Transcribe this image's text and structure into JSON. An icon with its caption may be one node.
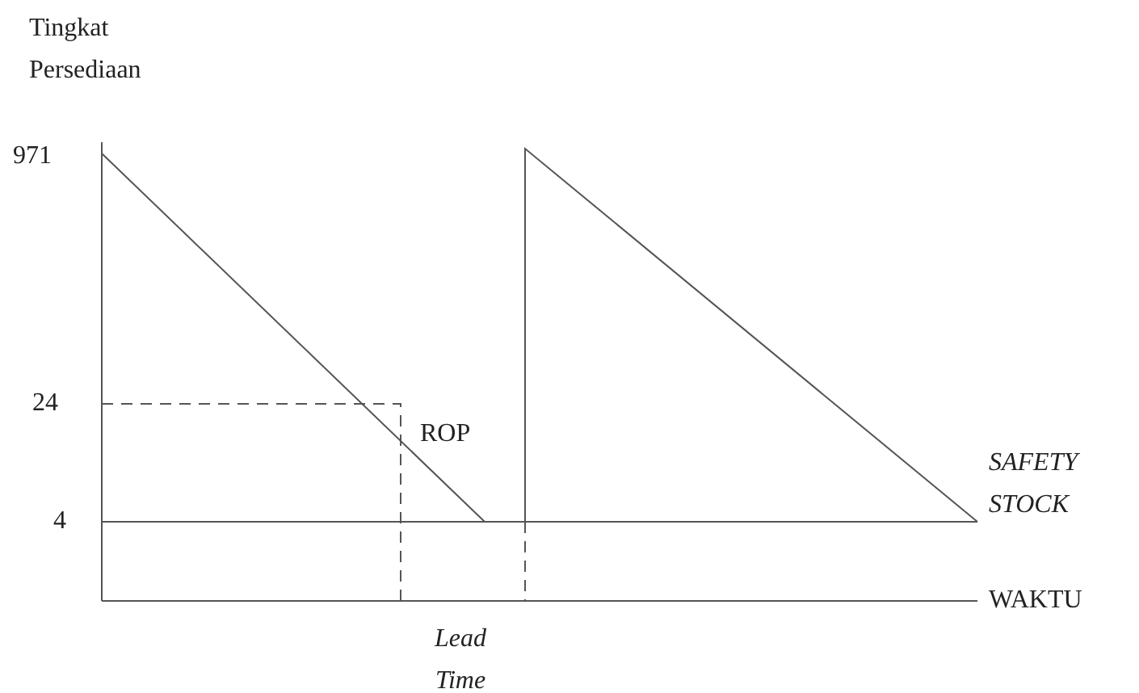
{
  "diagram": {
    "labels": [
      "Tingkat Persediaan",
      "971",
      "24",
      "ROP",
      "SAFETY STOCK",
      "4",
      "WAKTU",
      "Lead Time"
    ]
  }
}
